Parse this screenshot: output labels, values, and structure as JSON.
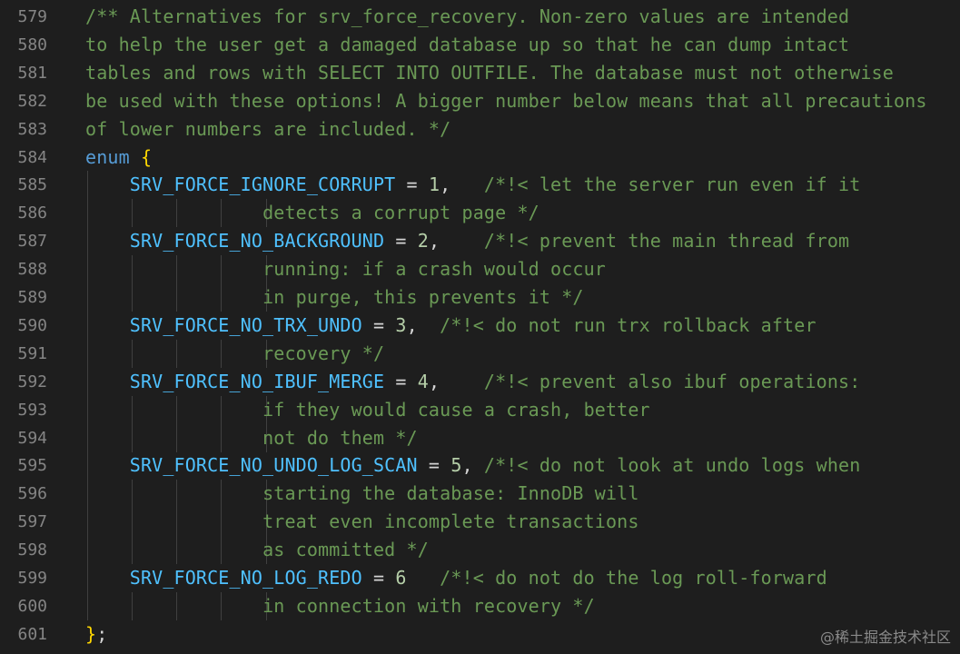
{
  "editor": {
    "colors": {
      "background": "#1e1e1e",
      "line_number": "#858585",
      "comment": "#6a9955",
      "keyword": "#569cd6",
      "brace": "#ffd700",
      "constant": "#4fc1ff",
      "number": "#b5cea8",
      "text": "#d4d4d4"
    },
    "lines": [
      {
        "number": "579",
        "tokens": [
          {
            "type": "comment",
            "text": "/** Alternatives for srv_force_recovery. Non-zero values are intended"
          }
        ]
      },
      {
        "number": "580",
        "tokens": [
          {
            "type": "comment",
            "text": "to help the user get a damaged database up so that he can dump intact"
          }
        ]
      },
      {
        "number": "581",
        "tokens": [
          {
            "type": "comment",
            "text": "tables and rows with SELECT INTO OUTFILE. The database must not otherwise"
          }
        ]
      },
      {
        "number": "582",
        "tokens": [
          {
            "type": "comment",
            "text": "be used with these options! A bigger number below means that all precautions"
          }
        ]
      },
      {
        "number": "583",
        "tokens": [
          {
            "type": "comment",
            "text": "of lower numbers are included. */"
          }
        ]
      },
      {
        "number": "584",
        "tokens": [
          {
            "type": "keyword",
            "text": "enum"
          },
          {
            "type": "punct",
            "text": " "
          },
          {
            "type": "brace",
            "text": "{"
          }
        ]
      },
      {
        "number": "585",
        "tokens": [
          {
            "type": "punct",
            "text": "    "
          },
          {
            "type": "const",
            "text": "SRV_FORCE_IGNORE_CORRUPT"
          },
          {
            "type": "op",
            "text": " = "
          },
          {
            "type": "num",
            "text": "1"
          },
          {
            "type": "punct",
            "text": ",   "
          },
          {
            "type": "comment",
            "text": "/*!< let the server run even if it"
          }
        ]
      },
      {
        "number": "586",
        "tokens": [
          {
            "type": "punct",
            "text": "                "
          },
          {
            "type": "comment",
            "text": "detects a corrupt page */"
          }
        ]
      },
      {
        "number": "587",
        "tokens": [
          {
            "type": "punct",
            "text": "    "
          },
          {
            "type": "const",
            "text": "SRV_FORCE_NO_BACKGROUND"
          },
          {
            "type": "op",
            "text": " = "
          },
          {
            "type": "num",
            "text": "2"
          },
          {
            "type": "punct",
            "text": ",    "
          },
          {
            "type": "comment",
            "text": "/*!< prevent the main thread from"
          }
        ]
      },
      {
        "number": "588",
        "tokens": [
          {
            "type": "punct",
            "text": "                "
          },
          {
            "type": "comment",
            "text": "running: if a crash would occur"
          }
        ]
      },
      {
        "number": "589",
        "tokens": [
          {
            "type": "punct",
            "text": "                "
          },
          {
            "type": "comment",
            "text": "in purge, this prevents it */"
          }
        ]
      },
      {
        "number": "590",
        "tokens": [
          {
            "type": "punct",
            "text": "    "
          },
          {
            "type": "const",
            "text": "SRV_FORCE_NO_TRX_UNDO"
          },
          {
            "type": "op",
            "text": " = "
          },
          {
            "type": "num",
            "text": "3"
          },
          {
            "type": "punct",
            "text": ",  "
          },
          {
            "type": "comment",
            "text": "/*!< do not run trx rollback after"
          }
        ]
      },
      {
        "number": "591",
        "tokens": [
          {
            "type": "punct",
            "text": "                "
          },
          {
            "type": "comment",
            "text": "recovery */"
          }
        ]
      },
      {
        "number": "592",
        "tokens": [
          {
            "type": "punct",
            "text": "    "
          },
          {
            "type": "const",
            "text": "SRV_FORCE_NO_IBUF_MERGE"
          },
          {
            "type": "op",
            "text": " = "
          },
          {
            "type": "num",
            "text": "4"
          },
          {
            "type": "punct",
            "text": ",    "
          },
          {
            "type": "comment",
            "text": "/*!< prevent also ibuf operations:"
          }
        ]
      },
      {
        "number": "593",
        "tokens": [
          {
            "type": "punct",
            "text": "                "
          },
          {
            "type": "comment",
            "text": "if they would cause a crash, better"
          }
        ]
      },
      {
        "number": "594",
        "tokens": [
          {
            "type": "punct",
            "text": "                "
          },
          {
            "type": "comment",
            "text": "not do them */"
          }
        ]
      },
      {
        "number": "595",
        "tokens": [
          {
            "type": "punct",
            "text": "    "
          },
          {
            "type": "const",
            "text": "SRV_FORCE_NO_UNDO_LOG_SCAN"
          },
          {
            "type": "op",
            "text": " = "
          },
          {
            "type": "num",
            "text": "5"
          },
          {
            "type": "punct",
            "text": ", "
          },
          {
            "type": "comment",
            "text": "/*!< do not look at undo logs when"
          }
        ]
      },
      {
        "number": "596",
        "tokens": [
          {
            "type": "punct",
            "text": "                "
          },
          {
            "type": "comment",
            "text": "starting the database: InnoDB will"
          }
        ]
      },
      {
        "number": "597",
        "tokens": [
          {
            "type": "punct",
            "text": "                "
          },
          {
            "type": "comment",
            "text": "treat even incomplete transactions"
          }
        ]
      },
      {
        "number": "598",
        "tokens": [
          {
            "type": "punct",
            "text": "                "
          },
          {
            "type": "comment",
            "text": "as committed */"
          }
        ]
      },
      {
        "number": "599",
        "tokens": [
          {
            "type": "punct",
            "text": "    "
          },
          {
            "type": "const",
            "text": "SRV_FORCE_NO_LOG_REDO"
          },
          {
            "type": "op",
            "text": " = "
          },
          {
            "type": "num",
            "text": "6"
          },
          {
            "type": "punct",
            "text": "   "
          },
          {
            "type": "comment",
            "text": "/*!< do not do the log roll-forward"
          }
        ]
      },
      {
        "number": "600",
        "tokens": [
          {
            "type": "punct",
            "text": "                "
          },
          {
            "type": "comment",
            "text": "in connection with recovery */"
          }
        ]
      },
      {
        "number": "601",
        "tokens": [
          {
            "type": "brace",
            "text": "}"
          },
          {
            "type": "punct",
            "text": ";"
          }
        ]
      }
    ]
  },
  "watermark": "@稀土掘金技术社区"
}
